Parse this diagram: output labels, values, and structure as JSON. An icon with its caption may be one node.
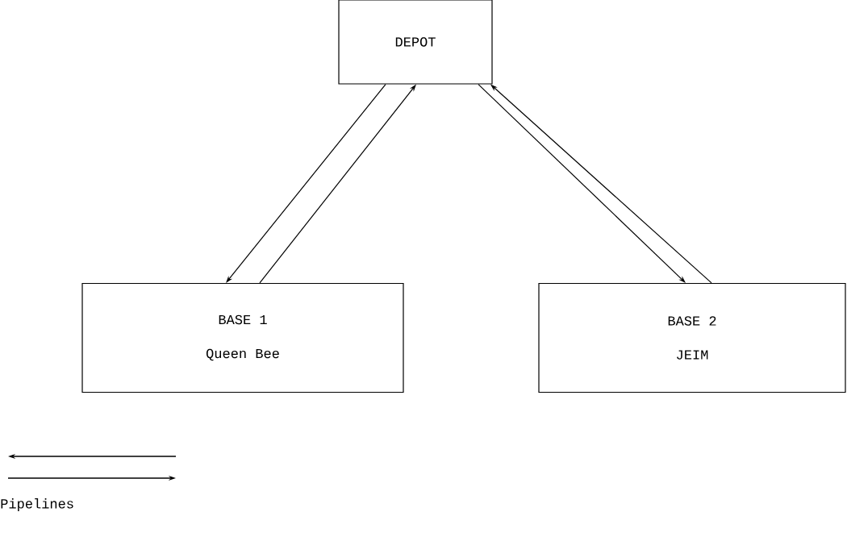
{
  "diagram": {
    "nodes": [
      {
        "text": [
          "DEPOT"
        ]
      },
      {
        "text": [
          "BASE 1",
          "Queen Bee"
        ]
      },
      {
        "text": [
          "BASE 2",
          "JEIM"
        ]
      }
    ],
    "edges": [
      {
        "from": 0,
        "to": 1,
        "arrow": "to"
      },
      {
        "from": 1,
        "to": 0,
        "arrow": "to"
      },
      {
        "from": 0,
        "to": 2,
        "arrow": "to"
      },
      {
        "from": 2,
        "to": 0,
        "arrow": "to"
      }
    ],
    "legend": [
      {
        "text": "Pipelines"
      }
    ]
  }
}
